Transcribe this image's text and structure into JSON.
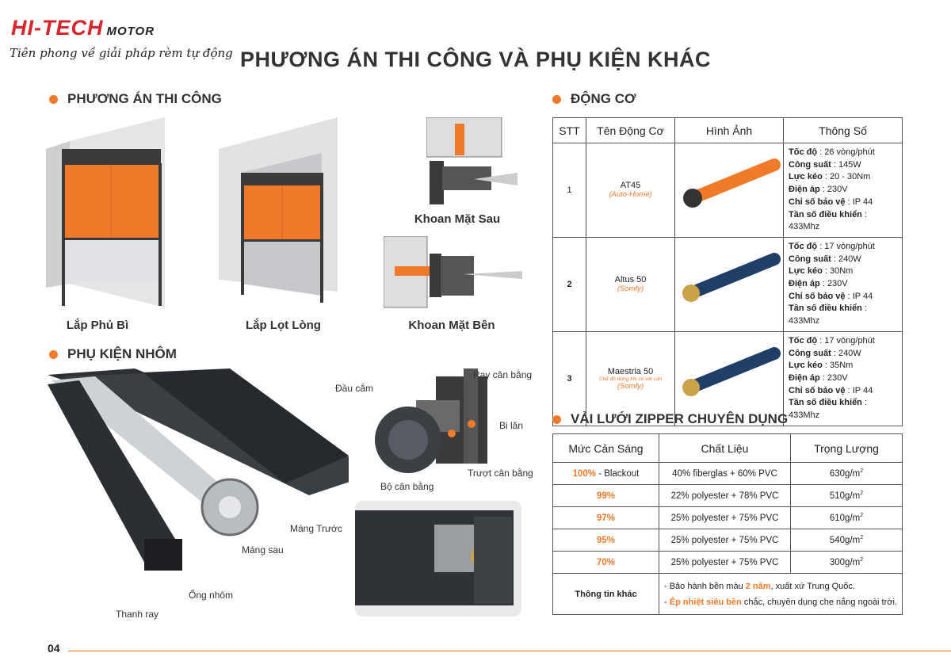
{
  "brand": {
    "name": "HI-TECH",
    "suffix": "MOTOR",
    "tagline": "Tiên phong về giải pháp rèm tự động"
  },
  "title": "PHƯƠNG ÁN THI CÔNG VÀ PHỤ KIỆN KHÁC",
  "install": {
    "heading": "PHƯƠNG ÁN THI CÔNG",
    "captions": [
      "Lắp Phủ Bì",
      "Lắp Lọt Lòng",
      "Khoan Mặt Sau",
      "Khoan Mặt Bên"
    ]
  },
  "accessories": {
    "heading": "PHỤ KIỆN NHÔM",
    "labels": [
      "Máng Trước",
      "Máng sau",
      "Ống nhôm",
      "Thanh ray",
      "Đầu cắm",
      "Ray cân bằng",
      "Bi lăn",
      "Trượt cân bằng",
      "Bộ cân bằng"
    ]
  },
  "motors": {
    "heading": "ĐỘNG CƠ",
    "columns": [
      "STT",
      "Tên Động Cơ",
      "Hình Ảnh",
      "Thông Số"
    ],
    "rows": [
      {
        "stt": "1",
        "name": "AT45",
        "brand": "(Auto-Home)",
        "note": "",
        "color": "#f07a2a",
        "specs": [
          [
            "Tốc độ",
            " : 26 vòng/phút"
          ],
          [
            "Công suất",
            " : 145W"
          ],
          [
            "Lực kéo",
            " : 20 - 30Nm"
          ],
          [
            "Điện áp",
            " : 230V"
          ],
          [
            "Chỉ số bảo vệ",
            " : IP 44"
          ],
          [
            "Tần số điều khiển",
            " : 433Mhz"
          ]
        ]
      },
      {
        "stt": "2",
        "name": "Altus 50",
        "brand": "(Somfy)",
        "note": "",
        "color": "#1f3f66",
        "specs": [
          [
            "Tốc độ",
            " : 17 vòng/phút"
          ],
          [
            "Công suất",
            " : 240W"
          ],
          [
            "Lực kéo",
            " : 30Nm"
          ],
          [
            "Điện áp",
            " : 230V"
          ],
          [
            "Chỉ số bảo vệ",
            " : IP 44"
          ],
          [
            "Tần số điều khiển",
            " : 433Mhz"
          ]
        ]
      },
      {
        "stt": "3",
        "name": "Maestria 50",
        "brand": "(Somfy)",
        "note": "Chế độ dừng khi có vật cản",
        "color": "#1f3f66",
        "specs": [
          [
            "Tốc độ",
            " : 17 vòng/phút"
          ],
          [
            "Công suất",
            " : 240W"
          ],
          [
            "Lực kéo",
            " : 35Nm"
          ],
          [
            "Điện áp",
            " : 230V"
          ],
          [
            "Chỉ số bảo vệ",
            " : IP 44"
          ],
          [
            "Tần số điều khiển",
            " : 433Mhz"
          ]
        ]
      }
    ]
  },
  "fabric": {
    "heading": "VẢI LƯỚI ZIPPER CHUYÊN DỤNG",
    "columns": [
      "Mức Cản Sáng",
      "Chất Liệu",
      "Trọng Lượng"
    ],
    "rows": [
      {
        "pct": "100%",
        "suffix": " - Blackout",
        "material": "40% fiberglas + 60% PVC",
        "weight": "630g/m"
      },
      {
        "pct": "99%",
        "suffix": "",
        "material": "22% polyester + 78% PVC",
        "weight": "510g/m"
      },
      {
        "pct": "97%",
        "suffix": "",
        "material": "25% polyester + 75% PVC",
        "weight": "610g/m"
      },
      {
        "pct": "95%",
        "suffix": "",
        "material": "25% polyester + 75% PVC",
        "weight": "540g/m"
      },
      {
        "pct": "70%",
        "suffix": "",
        "material": "25% polyester + 75% PVC",
        "weight": "300g/m"
      }
    ],
    "info_label": "Thông tin khác",
    "info1": {
      "a": "- Bảo hành bền màu ",
      "b": "2 năm",
      "c": ", xuất xứ Trung Quốc."
    },
    "info2": {
      "a": "- ",
      "b": "Ép nhiệt siêu bền",
      "c": " chắc, chuyên dụng che nắng ngoài trời."
    }
  },
  "page_number": "04"
}
